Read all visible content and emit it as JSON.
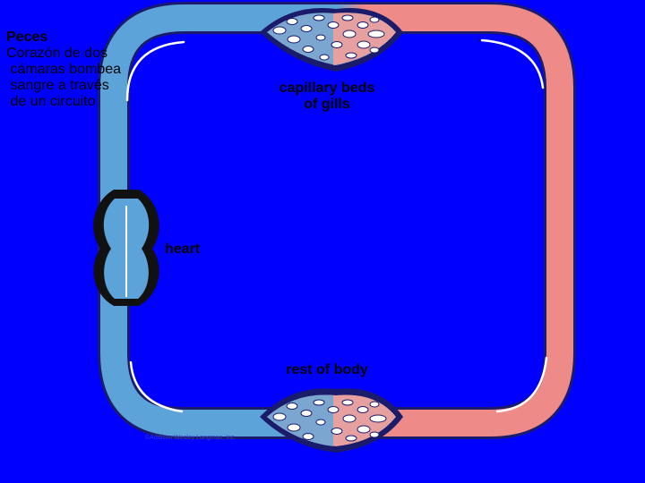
{
  "title_block": {
    "lines": [
      "Peces",
      "Corazón de dos",
      " cámaras bombea",
      " sangre a través",
      " de un circuito"
    ]
  },
  "labels": {
    "gills": [
      "capillary beds",
      "of gills"
    ],
    "heart": "heart",
    "body": "rest of body"
  },
  "credit": "©Addison Wesley Longman, Inc.",
  "colors": {
    "background": "#0000ff",
    "deoxygenated": "#5ba3d9",
    "oxygenated": "#ee8a88",
    "outline": "#1b1b6b",
    "heart_chamber": "#111111",
    "vessel_highlight": "#ffffff"
  }
}
